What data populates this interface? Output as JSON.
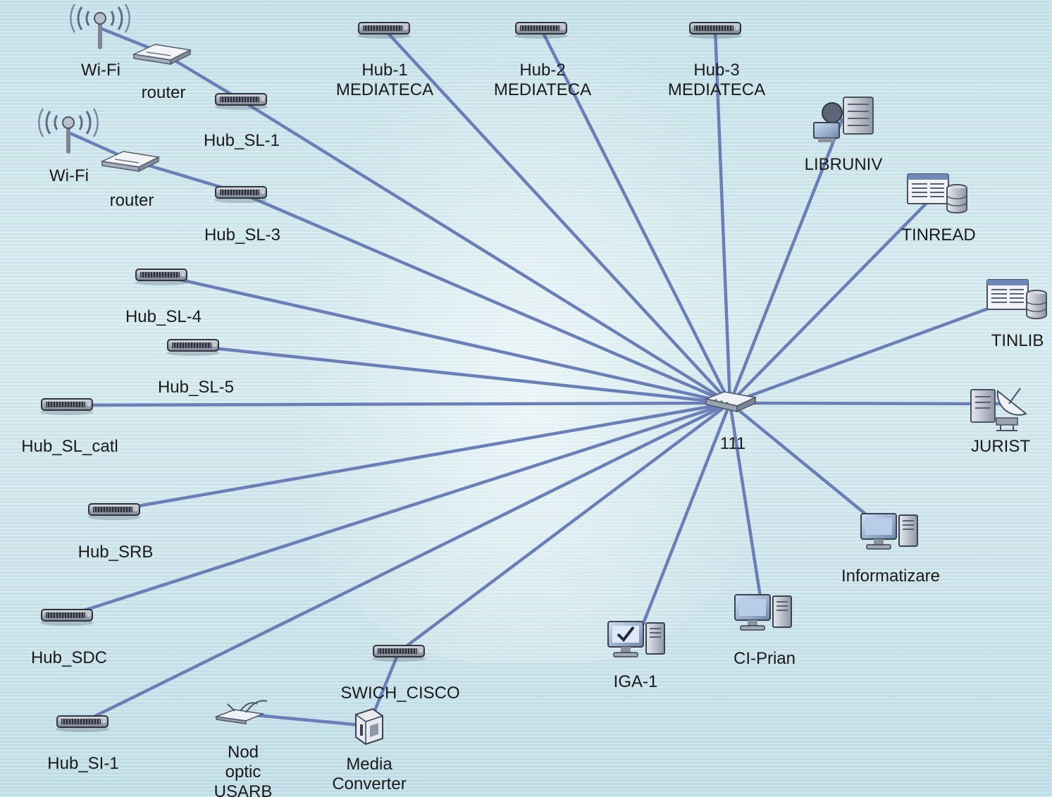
{
  "colors": {
    "link": "#6a7fb8",
    "background": "#c9e4ec"
  },
  "center": {
    "label": "111",
    "icon": "switch-icon"
  },
  "nodes": [
    {
      "id": "wifi-1",
      "icon": "wifi-antenna-icon",
      "label_lines": [
        "Wi-Fi"
      ]
    },
    {
      "id": "router-1",
      "icon": "router-icon",
      "label_lines": [
        "router"
      ]
    },
    {
      "id": "hub-sl-1",
      "icon": "hub-icon",
      "label_lines": [
        "Hub_SL-1"
      ]
    },
    {
      "id": "wifi-2",
      "icon": "wifi-antenna-icon",
      "label_lines": [
        "Wi-Fi"
      ]
    },
    {
      "id": "router-2",
      "icon": "router-icon",
      "label_lines": [
        "router"
      ]
    },
    {
      "id": "hub-sl-3",
      "icon": "hub-icon",
      "label_lines": [
        "Hub_SL-3"
      ]
    },
    {
      "id": "hub-sl-4",
      "icon": "hub-icon",
      "label_lines": [
        "Hub_SL-4"
      ]
    },
    {
      "id": "hub-sl-5",
      "icon": "hub-icon",
      "label_lines": [
        "Hub_SL-5"
      ]
    },
    {
      "id": "hub-sl-catl",
      "icon": "hub-icon",
      "label_lines": [
        "Hub_SL_catl"
      ]
    },
    {
      "id": "hub-srb",
      "icon": "hub-icon",
      "label_lines": [
        "Hub_SRB"
      ]
    },
    {
      "id": "hub-sdc",
      "icon": "hub-icon",
      "label_lines": [
        "Hub_SDC"
      ]
    },
    {
      "id": "hub-si-1",
      "icon": "hub-icon",
      "label_lines": [
        "Hub_SI-1"
      ]
    },
    {
      "id": "hub-1-mediateca",
      "icon": "hub-icon",
      "label_lines": [
        "Hub-1",
        "MEDIATECA"
      ]
    },
    {
      "id": "hub-2-mediateca",
      "icon": "hub-icon",
      "label_lines": [
        "Hub-2",
        "MEDIATECA"
      ]
    },
    {
      "id": "hub-3-mediateca",
      "icon": "hub-icon",
      "label_lines": [
        "Hub-3",
        "MEDIATECA"
      ]
    },
    {
      "id": "libruniv",
      "icon": "server-cluster-icon",
      "label_lines": [
        "LIBRUNIV"
      ]
    },
    {
      "id": "tinread",
      "icon": "database-server-icon",
      "label_lines": [
        "TINREAD"
      ]
    },
    {
      "id": "tinlib",
      "icon": "database-server-icon",
      "label_lines": [
        "TINLIB"
      ]
    },
    {
      "id": "jurist",
      "icon": "satellite-server-icon",
      "label_lines": [
        "JURIST"
      ]
    },
    {
      "id": "informatizare",
      "icon": "workstation-icon",
      "label_lines": [
        "Informatizare"
      ]
    },
    {
      "id": "ci-prian",
      "icon": "workstation-icon",
      "label_lines": [
        "CI-Prian"
      ]
    },
    {
      "id": "iga-1",
      "icon": "workstation-check-icon",
      "label_lines": [
        "IGA-1"
      ]
    },
    {
      "id": "swich-cisco",
      "icon": "hub-icon",
      "label_lines": [
        "SWICH_CISCO"
      ]
    },
    {
      "id": "media-converter",
      "icon": "media-converter-icon",
      "label_lines": [
        "Media",
        "Converter"
      ]
    },
    {
      "id": "nod-optic",
      "icon": "optical-node-icon",
      "label_lines": [
        "Nod",
        "optic",
        "USARB"
      ]
    }
  ],
  "links": [
    [
      "wifi-1",
      "router-1"
    ],
    [
      "router-1",
      "hub-sl-1"
    ],
    [
      "hub-sl-1",
      "center"
    ],
    [
      "wifi-2",
      "router-2"
    ],
    [
      "router-2",
      "hub-sl-3"
    ],
    [
      "hub-sl-3",
      "center"
    ],
    [
      "hub-sl-4",
      "center"
    ],
    [
      "hub-sl-5",
      "center"
    ],
    [
      "hub-sl-catl",
      "center"
    ],
    [
      "hub-srb",
      "center"
    ],
    [
      "hub-sdc",
      "center"
    ],
    [
      "hub-si-1",
      "center"
    ],
    [
      "hub-1-mediateca",
      "center"
    ],
    [
      "hub-2-mediateca",
      "center"
    ],
    [
      "hub-3-mediateca",
      "center"
    ],
    [
      "libruniv",
      "center"
    ],
    [
      "tinread",
      "center"
    ],
    [
      "tinlib",
      "center"
    ],
    [
      "jurist",
      "center"
    ],
    [
      "informatizare",
      "center"
    ],
    [
      "ci-prian",
      "center"
    ],
    [
      "iga-1",
      "center"
    ],
    [
      "swich-cisco",
      "center"
    ],
    [
      "swich-cisco",
      "media-converter"
    ],
    [
      "nod-optic",
      "media-converter"
    ]
  ]
}
